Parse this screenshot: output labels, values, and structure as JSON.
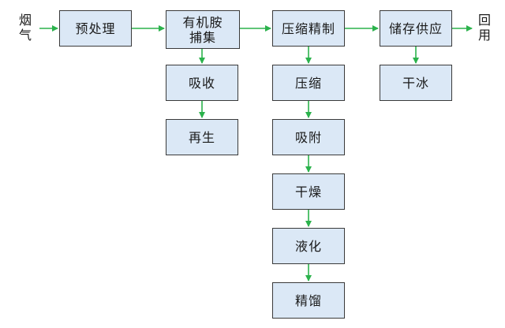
{
  "input_label": "烟气",
  "output_label": "回用",
  "nodes": {
    "pretreat": "预处理",
    "amine_line1": "有机胺",
    "amine_line2": "捕集",
    "absorb": "吸收",
    "regen": "再生",
    "compress_refine": "压缩精制",
    "compress": "压缩",
    "adsorb": "吸附",
    "dry": "干燥",
    "liquefy": "液化",
    "distill": "精馏",
    "storage": "储存供应",
    "dry_ice": "干冰"
  },
  "colors": {
    "box_fill": "#dbe8f6",
    "box_border": "#3a3a3a",
    "arrow": "#2bb24c"
  }
}
